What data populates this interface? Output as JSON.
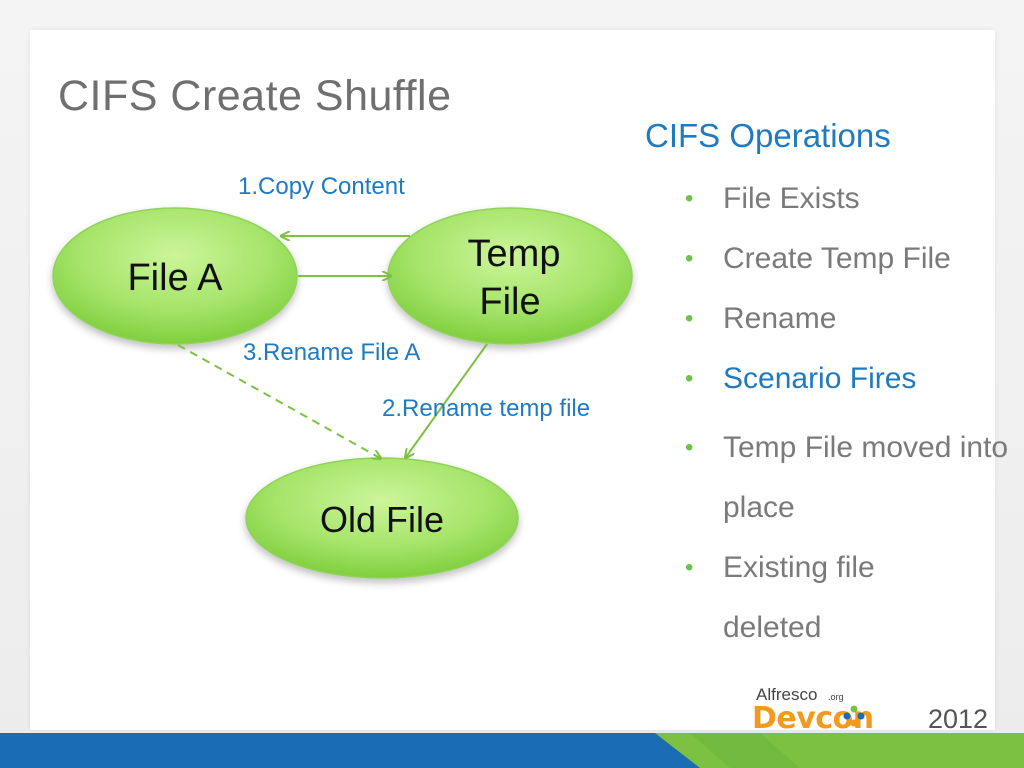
{
  "slide": {
    "title": "CIFS Create Shuffle"
  },
  "diagram": {
    "nodes": {
      "file_a": "File A",
      "temp_file_line1": "Temp",
      "temp_file_line2": "File",
      "old_file": "Old File"
    },
    "edges": {
      "copy_content": "1.Copy Content",
      "rename_temp": "2.Rename temp file",
      "rename_file_a": "3.Rename File A"
    }
  },
  "operations": {
    "heading": "CIFS Operations",
    "items": [
      "File Exists",
      "Create Temp File",
      "Rename",
      "Scenario Fires",
      "Temp File moved into place",
      "Existing file deleted"
    ]
  },
  "logo": {
    "brand": "Alfresco",
    "suffix": ".org",
    "event": "Devcon",
    "year": "2012"
  },
  "colors": {
    "title": "#6f6f6f",
    "accent_blue": "#1f7ac1",
    "bullet_green": "#6cc24a",
    "node_green": "#9be05a",
    "footer_blue": "#1b6db3",
    "footer_green": "#7cc142",
    "logo_orange": "#f39a1e"
  }
}
